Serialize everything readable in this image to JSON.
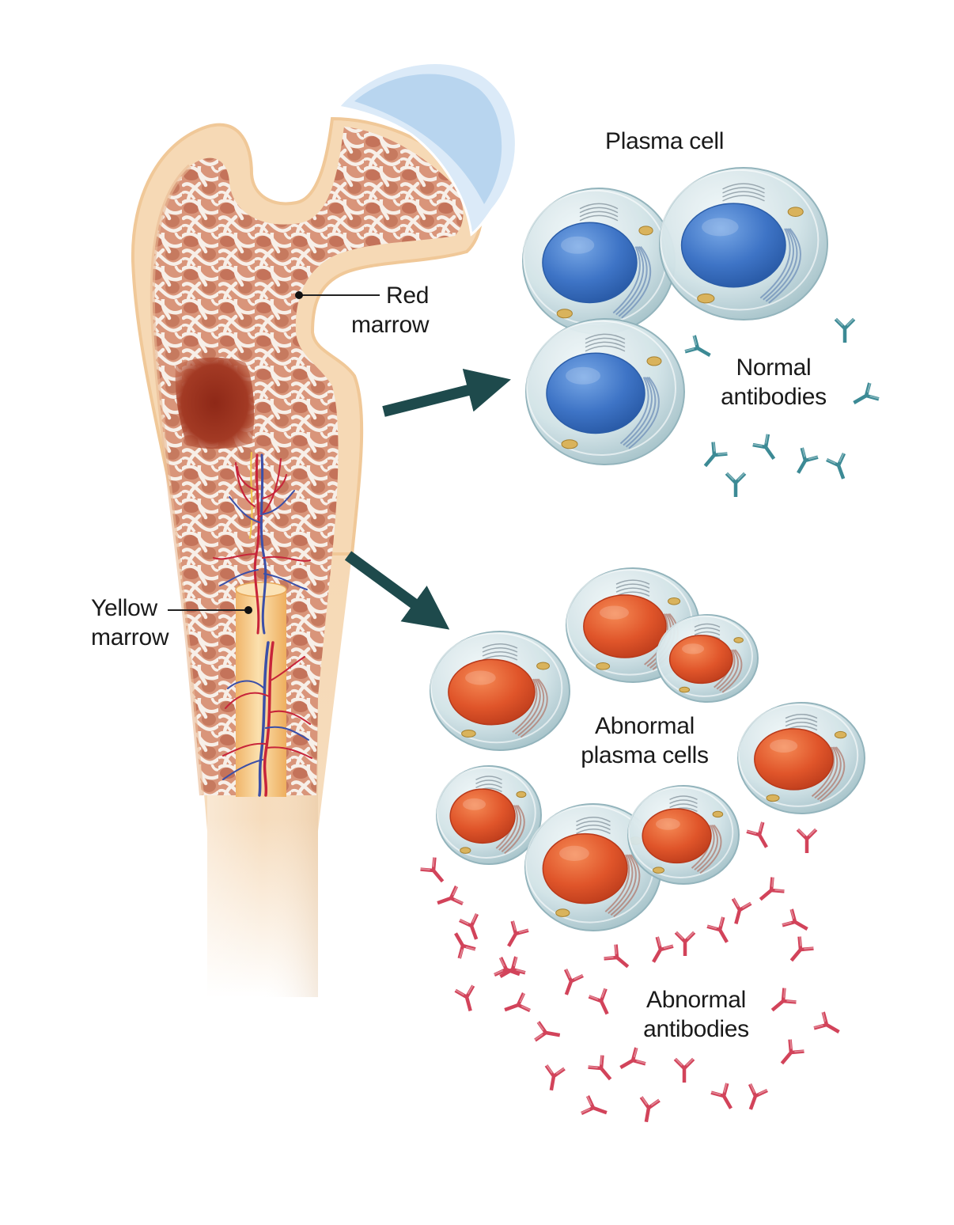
{
  "labels": {
    "red_marrow": [
      "Red",
      "marrow"
    ],
    "yellow_marrow": [
      "Yellow",
      "marrow"
    ],
    "plasma_cell": "Plasma cell",
    "normal_antibodies": [
      "Normal",
      "antibodies"
    ],
    "abnormal_plasma_cells": [
      "Abnormal",
      "plasma cells"
    ],
    "abnormal_antibodies": [
      "Abnormal",
      "antibodies"
    ]
  },
  "colors": {
    "bone_cortex": "#f6d9b5",
    "bone_outline": "#f0c898",
    "spongy_bone_bg": "#d9957a",
    "trabeculae": "#f7efe8",
    "cartilage": "#b8d5ef",
    "lesion": "#9c2f1c",
    "yellow_marrow": "#f5c77e",
    "arrow": "#1e4a4c",
    "normal_nucleus": "#3c73c4",
    "abnormal_nucleus": "#e0542a",
    "cell_membrane": "#cfe1e6",
    "normal_antibody": "#3c8a95",
    "abnormal_antibody": "#d2435a",
    "vessel_red": "#c7243a",
    "vessel_blue": "#3b4fa8"
  }
}
